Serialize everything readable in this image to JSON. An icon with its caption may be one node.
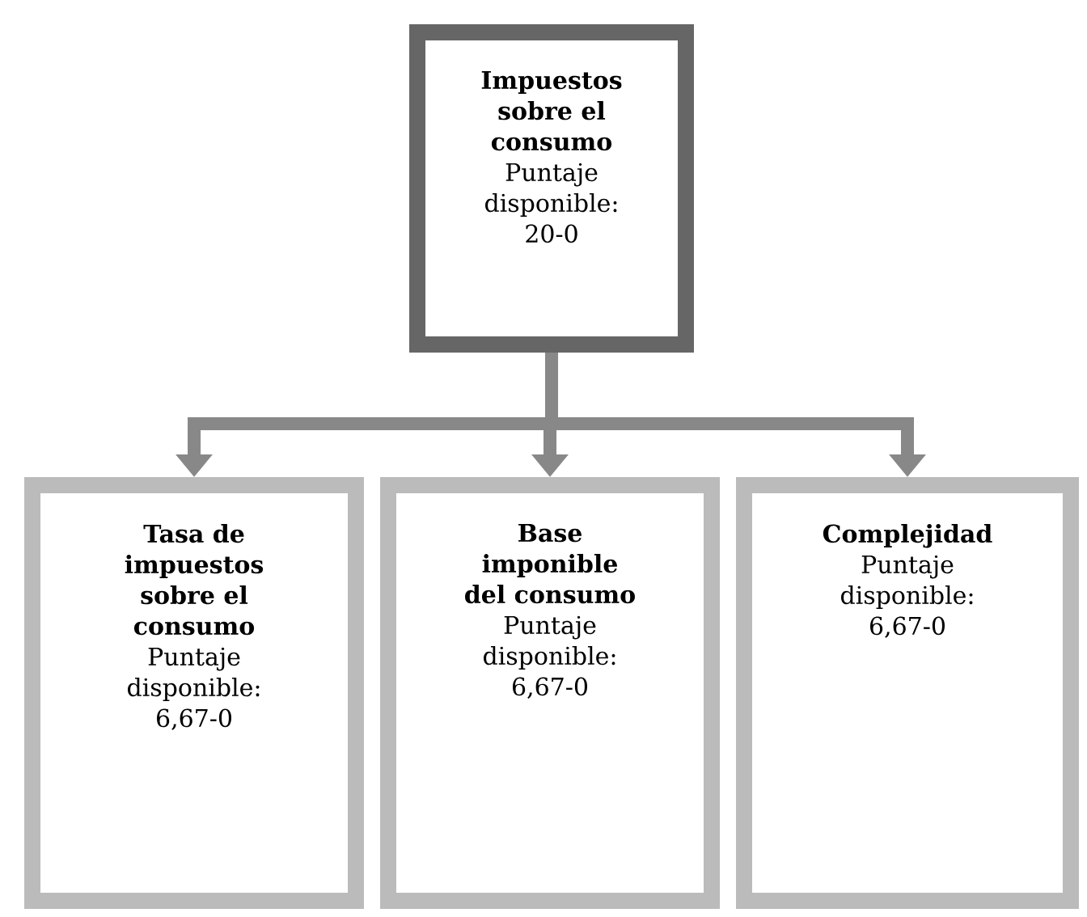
{
  "diagram": {
    "nodes": [
      {
        "text": [
          "Impuestos sobre el consumo",
          "Puntaje disponible: 20-0"
        ]
      },
      {
        "text": [
          "Tasa de impuestos sobre el consumo",
          "Puntaje disponible: 6,67-0"
        ]
      },
      {
        "text": [
          "Base imponible del consumo",
          "Puntaje disponible: 6,67-0"
        ]
      },
      {
        "text": [
          "Complejidad",
          "Puntaje disponible: 6,67-0"
        ]
      }
    ],
    "edges": [
      {
        "from": 0,
        "to": 1,
        "arrow": "to"
      },
      {
        "from": 0,
        "to": 2,
        "arrow": "to"
      },
      {
        "from": 0,
        "to": 3,
        "arrow": "to"
      }
    ]
  }
}
